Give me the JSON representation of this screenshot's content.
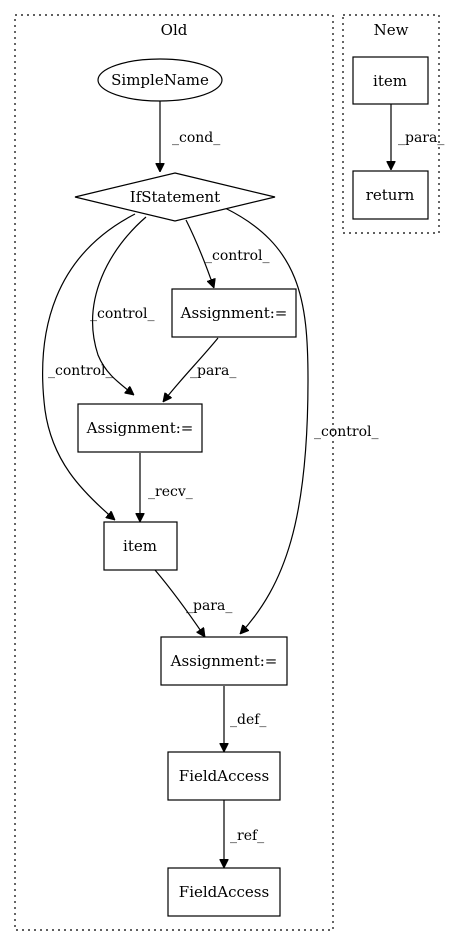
{
  "clusters": {
    "old": {
      "label": "Old"
    },
    "new": {
      "label": "New"
    }
  },
  "nodes": {
    "simplename": "SimpleName",
    "ifstatement": "IfStatement",
    "assignment_a": "Assignment:=",
    "assignment_b": "Assignment:=",
    "item_old": "item",
    "assignment_c": "Assignment:=",
    "fieldaccess_a": "FieldAccess",
    "fieldaccess_b": "FieldAccess",
    "item_new": "item",
    "return_new": "return"
  },
  "edges": {
    "cond": "_cond_",
    "control_1": "_control_",
    "control_2": "_control_",
    "control_3": "_control_",
    "control_4": "_control_",
    "para_1": "_para_",
    "recv": "_recv_",
    "para_2": "_para_",
    "def": "_def_",
    "ref": "_ref_",
    "para_new": "_para_"
  }
}
